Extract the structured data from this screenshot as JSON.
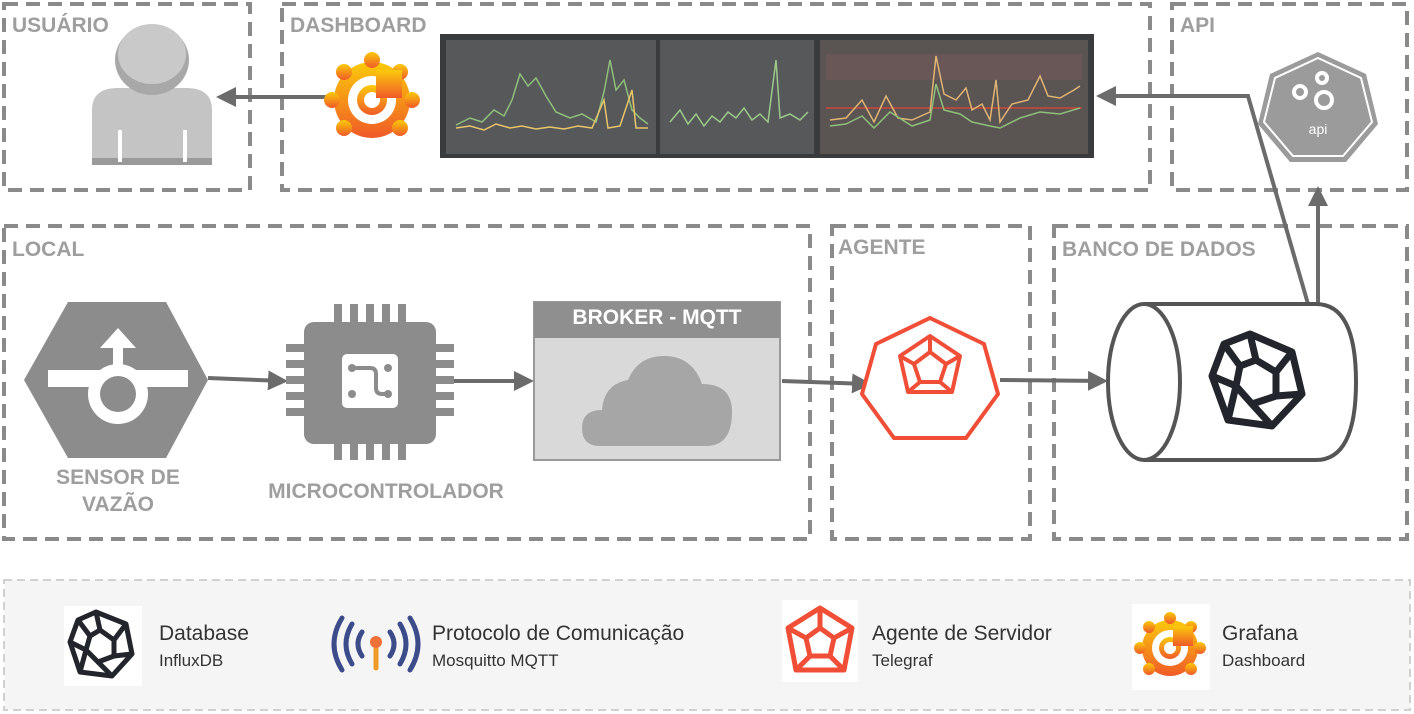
{
  "sections": {
    "usuario": "USUÁRIO",
    "dashboard": "DASHBOARD",
    "api": "API",
    "local": "LOCAL",
    "agente": "AGENTE",
    "banco": "BANCO DE DADOS"
  },
  "components": {
    "sensor": "SENSOR DE\nVAZÃO",
    "microcontrolador": "MICROCONTROLADOR",
    "broker": "BROKER - MQTT",
    "api_label": "api"
  },
  "dashboard_panels": [
    {
      "title": "Zabbix performance"
    },
    {
      "title": "Zabbix server performance"
    },
    {
      "title": "Postgresql"
    }
  ],
  "legend": [
    {
      "title": "Database",
      "subtitle": "InfluxDB",
      "icon": "influxdb-icon"
    },
    {
      "title": "Protocolo de Comunicação",
      "subtitle": "Mosquitto MQTT",
      "icon": "mqtt-icon"
    },
    {
      "title": "Agente de Servidor",
      "subtitle": "Telegraf",
      "icon": "telegraf-icon"
    },
    {
      "title": "Grafana",
      "subtitle": "Dashboard",
      "icon": "grafana-icon"
    }
  ],
  "colors": {
    "border": "#8a8a8a",
    "icon_gray": "#999999",
    "label_gray": "#9e9e9e",
    "grafana_orange": "#f05a28",
    "telegraf_red": "#f04e37",
    "influx_dark": "#22252b",
    "mqtt_blue": "#3c4b8a"
  }
}
